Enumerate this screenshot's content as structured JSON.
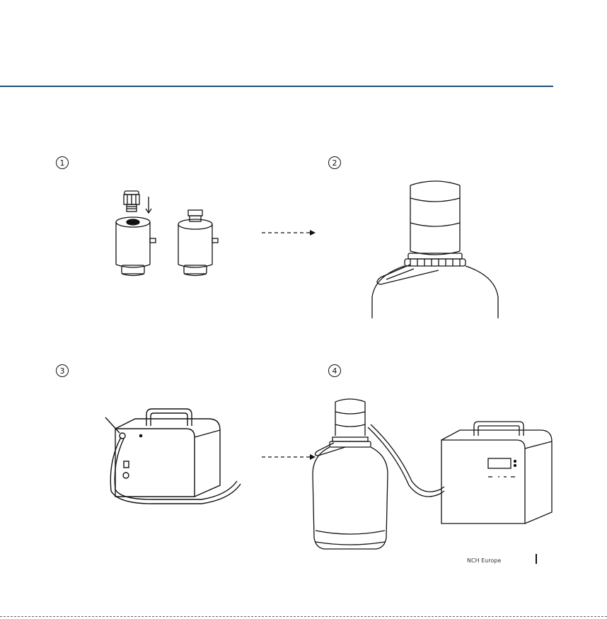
{
  "steps": [
    {
      "number": "1"
    },
    {
      "number": "2"
    },
    {
      "number": "3"
    },
    {
      "number": "4"
    }
  ],
  "footer": {
    "brand": "NCH Europe"
  }
}
